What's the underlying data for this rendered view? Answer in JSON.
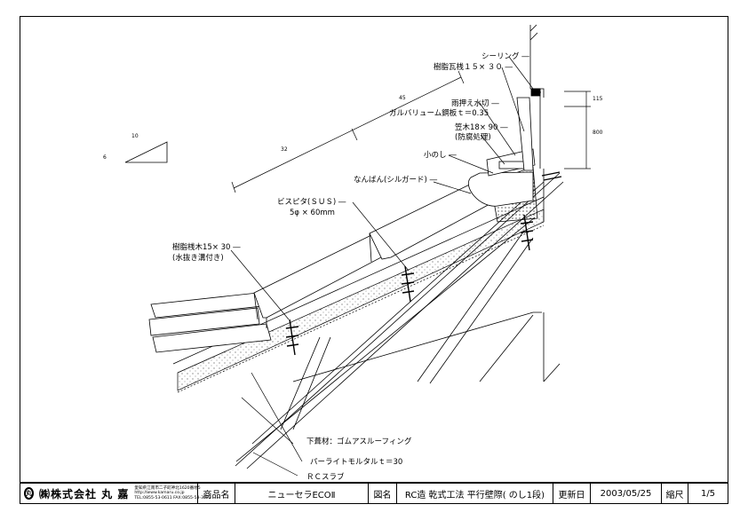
{
  "drawing": {
    "labels": {
      "sealing": "シーリング ―",
      "resin_batten_top": "樹脂瓦桟１５× ３０ ―",
      "flashing": "雨押え水切 ―",
      "galvalume": "ガルバリューム鋼板ｔ＝0.35",
      "kasagi": "笠木18× 90 ―",
      "kasagi_note": "(防腐処理)",
      "konoshi": "小のし ―",
      "nanban": "なんばん(シルガード) ―",
      "screw": "ビスピタ(ＳＵＳ) ―",
      "screw_size": "5φ × 60mm",
      "resin_batten": "樹脂桟木15× 30 ―",
      "resin_batten_note": "(水抜き溝付き)",
      "underlay": "下葺材：ゴムアスルーフィング",
      "mortar": "パーライトモルタルｔ＝30",
      "slab": "ＲＣスラブ",
      "slope_run": "10",
      "slope_rise": "6",
      "dim_a": "32",
      "dim_b": "45",
      "dim_c": "115",
      "dim_d": "800"
    }
  },
  "title_block": {
    "company": "㈱株式会社 丸 嘉",
    "logo_char": "丸",
    "address_1": "愛知県江南市二子町神北1620番地5",
    "address_2": "http://www.kamaru.co.jp",
    "address_3": "TEL:0855-53-0611 FAX:0855-53-3623",
    "product_label": "商品名",
    "product": "ニューセラECOⅡ",
    "drawing_label": "図名",
    "drawing_name": "RC造 乾式工法 平行壁際( のし1段)",
    "updated_label": "更新日",
    "updated": "2003/05/25",
    "scale_label": "縮尺",
    "scale": "1/5"
  }
}
